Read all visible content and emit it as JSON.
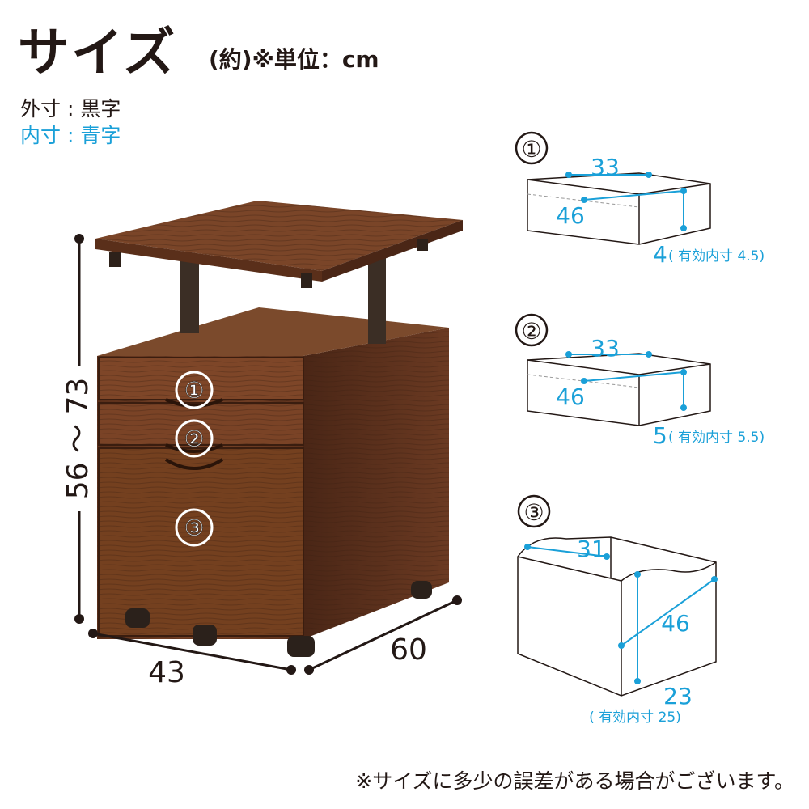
{
  "header": {
    "title": "サイズ",
    "unit": "(約)※単位：cm"
  },
  "legend": {
    "outer": "外寸 : 黒字",
    "inner": "内寸 : 青字"
  },
  "main": {
    "height_label": "56 〜 73",
    "width_label": "43",
    "depth_label": "60",
    "drawer_marks": [
      "①",
      "②",
      "③"
    ]
  },
  "drawers": [
    {
      "mark": "①",
      "width": "33",
      "depth": "46",
      "height": "4",
      "effective": "( 有効内寸 4.5)"
    },
    {
      "mark": "②",
      "width": "33",
      "depth": "46",
      "height": "5",
      "effective": "( 有効内寸 5.5)"
    },
    {
      "mark": "③",
      "width": "31",
      "depth": "46",
      "height": "23",
      "effective": "( 有効内寸 25)"
    }
  ],
  "footer": {
    "note": "※サイズに多少の誤差がある場合がございます。"
  },
  "colors": {
    "inner_dimension": "#1aa0d8",
    "outer_dimension": "#231815",
    "wood": "#6b3a22"
  }
}
